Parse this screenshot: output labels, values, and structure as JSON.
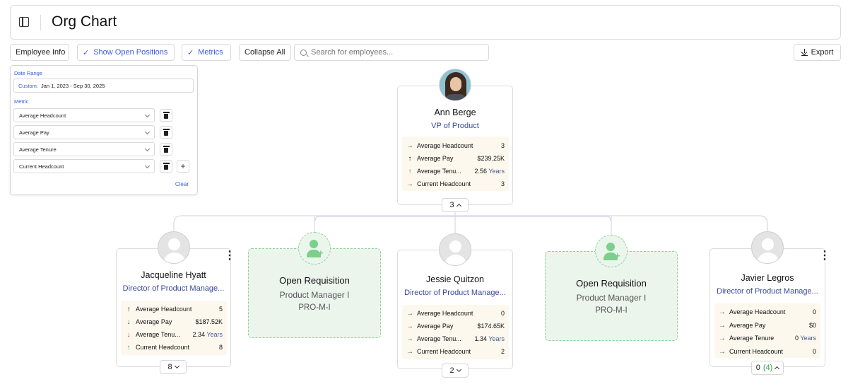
{
  "header": {
    "title": "Org Chart"
  },
  "toolbar": {
    "employee_info": "Employee Info",
    "show_open_positions": "Show Open Positions",
    "metrics": "Metrics",
    "collapse_all": "Collapse All",
    "search_placeholder": "Search for employees...",
    "export": "Export"
  },
  "metrics_panel": {
    "date_range_label": "Date Range",
    "date_prefix": "Custom:",
    "date_value": "Jan 1, 2023 - Sep 30, 2025",
    "metric_label": "Metric",
    "metrics": [
      "Average Headcount",
      "Average Pay",
      "Average Tenure",
      "Current Headcount"
    ],
    "clear": "Clear"
  },
  "root": {
    "name": "Ann Berge",
    "title": "VP of Product",
    "metrics": [
      {
        "label": "Average Headcount",
        "value": "3",
        "trend": "flat"
      },
      {
        "label": "Average Pay",
        "value": "$239.25K",
        "trend": "up"
      },
      {
        "label": "Average Tenu...",
        "value": "2.56",
        "unit": "Years",
        "trend": "up-green"
      },
      {
        "label": "Current Headcount",
        "value": "3",
        "trend": "flat"
      }
    ],
    "badge": "3"
  },
  "children": [
    {
      "name": "Jacqueline Hyatt",
      "title": "Director of Product Manage...",
      "metrics": [
        {
          "label": "Average Headcount",
          "value": "5",
          "trend": "up"
        },
        {
          "label": "Average Pay",
          "value": "$187.52K",
          "trend": "down"
        },
        {
          "label": "Average Tenu...",
          "value": "2.34",
          "unit": "Years",
          "trend": "down-red"
        },
        {
          "label": "Current Headcount",
          "value": "8",
          "trend": "up-green"
        }
      ],
      "badge": "8"
    },
    {
      "open": true,
      "title": "Open Requisition",
      "role": "Product Manager I",
      "code": "PRO-M-I"
    },
    {
      "name": "Jessie Quitzon",
      "title": "Director of Product Manage...",
      "metrics": [
        {
          "label": "Average Headcount",
          "value": "0",
          "trend": "flat"
        },
        {
          "label": "Average Pay",
          "value": "$174.65K",
          "trend": "flat"
        },
        {
          "label": "Average Tenu...",
          "value": "1.34",
          "unit": "Years",
          "trend": "flat"
        },
        {
          "label": "Current Headcount",
          "value": "2",
          "trend": "flat"
        }
      ],
      "badge": "2"
    },
    {
      "open": true,
      "title": "Open Requisition",
      "role": "Product Manager I",
      "code": "PRO-M-I"
    },
    {
      "name": "Javier Legros",
      "title": "Director of Product Manage...",
      "metrics": [
        {
          "label": "Average Headcount",
          "value": "0",
          "trend": "flat"
        },
        {
          "label": "Average Pay",
          "value": "$0",
          "trend": "flat"
        },
        {
          "label": "Average Tenure",
          "value": "0",
          "unit": "Years",
          "trend": "flat"
        },
        {
          "label": "Current Headcount",
          "value": "0",
          "trend": "flat"
        }
      ],
      "badge": "0",
      "badge_extra": "(4)"
    }
  ],
  "arrows": {
    "flat": "→",
    "up": "↑",
    "down": "↓",
    "up-green": "↑",
    "down-red": "↓"
  },
  "colors": {
    "accent": "#3b5bdb",
    "open_bg": "#ebf5ec",
    "open_border": "#8fd19b",
    "metric_bg": "#fdf8ee",
    "up": "#2f9e44",
    "down": "#e03131"
  }
}
